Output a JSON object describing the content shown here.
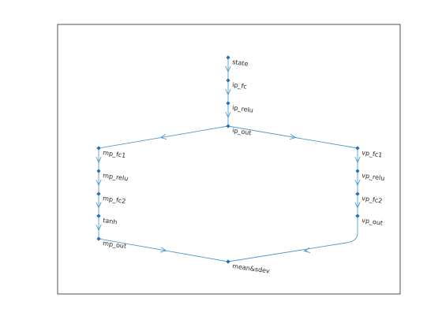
{
  "colors": {
    "edge": "#4f9bd0",
    "node": "#1f6fb4",
    "label": "#262626",
    "axes": "#262626",
    "background": "#ffffff"
  },
  "graph": {
    "nodes": [
      {
        "id": "state",
        "label": "state"
      },
      {
        "id": "ip_fc",
        "label": "ip_fc"
      },
      {
        "id": "ip_relu",
        "label": "ip_relu"
      },
      {
        "id": "ip_out",
        "label": "ip_out"
      },
      {
        "id": "mp_fc1",
        "label": "mp_fc1"
      },
      {
        "id": "mp_relu",
        "label": "mp_relu"
      },
      {
        "id": "mp_fc2",
        "label": "mp_fc2"
      },
      {
        "id": "tanh",
        "label": "tanh"
      },
      {
        "id": "mp_out",
        "label": "mp_out"
      },
      {
        "id": "vp_fc1",
        "label": "vp_fc1"
      },
      {
        "id": "vp_relu",
        "label": "vp_relu"
      },
      {
        "id": "vp_fc2",
        "label": "vp_fc2"
      },
      {
        "id": "vp_out",
        "label": "vp_out"
      },
      {
        "id": "mean_sdev",
        "label": "mean&sdev"
      }
    ],
    "edges": [
      {
        "from": "state",
        "to": "ip_fc"
      },
      {
        "from": "ip_fc",
        "to": "ip_relu"
      },
      {
        "from": "ip_relu",
        "to": "ip_out"
      },
      {
        "from": "ip_out",
        "to": "mp_fc1"
      },
      {
        "from": "ip_out",
        "to": "vp_fc1"
      },
      {
        "from": "mp_fc1",
        "to": "mp_relu"
      },
      {
        "from": "mp_relu",
        "to": "mp_fc2"
      },
      {
        "from": "mp_fc2",
        "to": "tanh"
      },
      {
        "from": "tanh",
        "to": "mp_out"
      },
      {
        "from": "vp_fc1",
        "to": "vp_relu"
      },
      {
        "from": "vp_relu",
        "to": "vp_fc2"
      },
      {
        "from": "vp_fc2",
        "to": "vp_out"
      },
      {
        "from": "mp_out",
        "to": "mean_sdev"
      },
      {
        "from": "vp_out",
        "to": "mean_sdev"
      }
    ]
  }
}
